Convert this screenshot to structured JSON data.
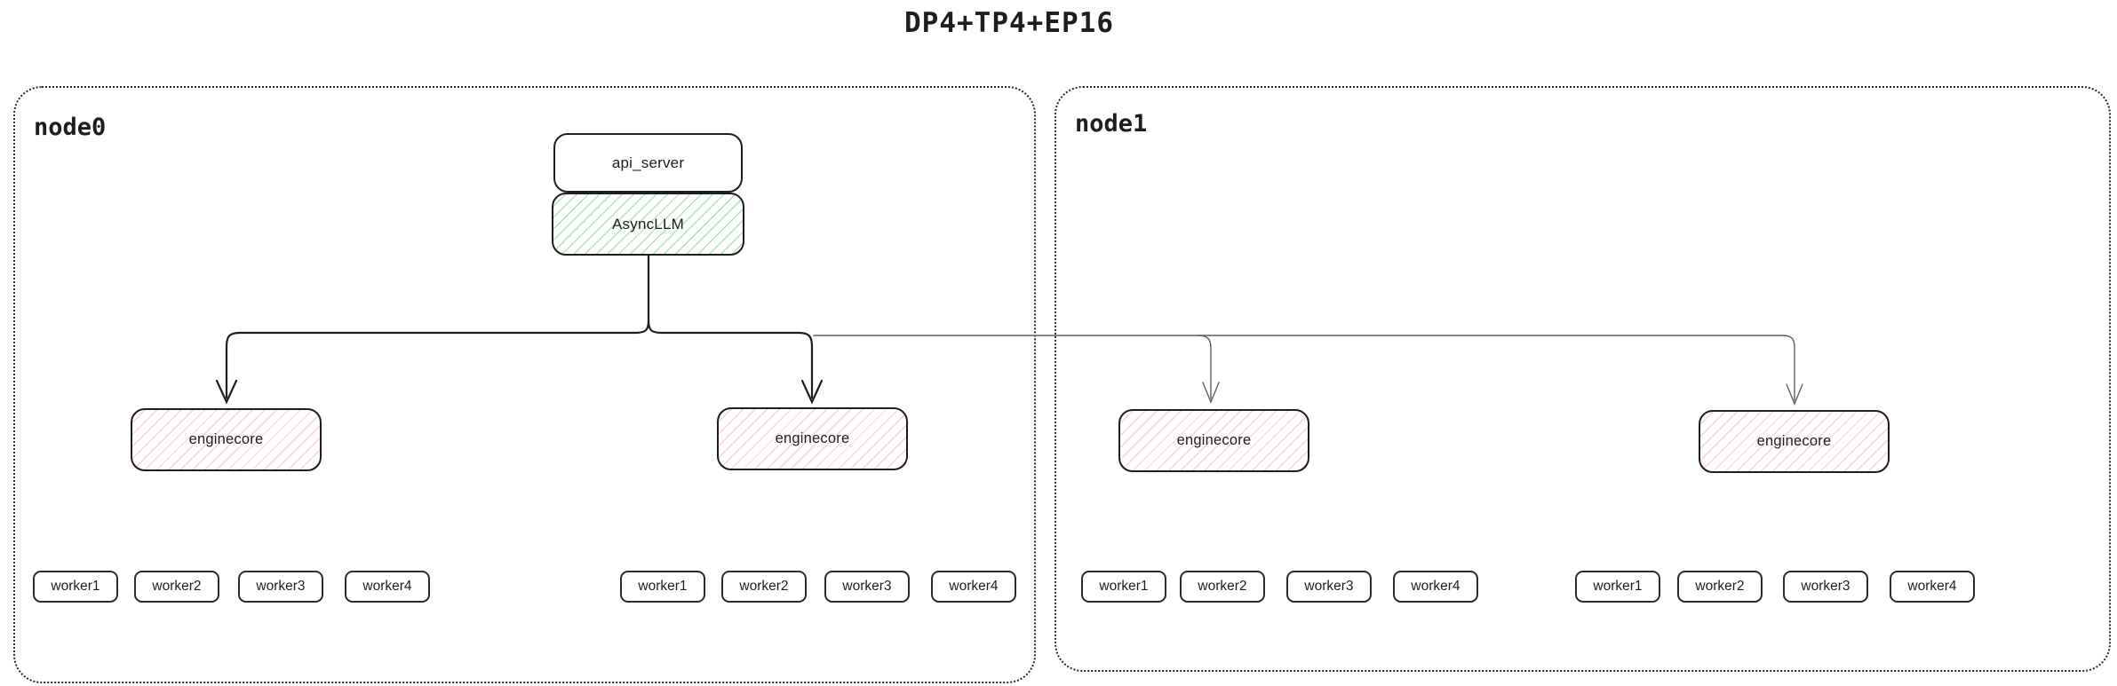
{
  "title": "DP4+TP4+EP16",
  "colors": {
    "background": "#ffffff",
    "ink": "#1e1e1e",
    "thin_line": "#5f5f5f",
    "green_hatch": "#a9e6b9",
    "red_hatch": "#ffd1d1"
  },
  "nodes": [
    {
      "label": "node0",
      "api_server": {
        "label": "api_server"
      },
      "async_llm": {
        "label": "AsyncLLM"
      },
      "enginecores": [
        {
          "label": "enginecore",
          "workers": [
            "worker1",
            "worker2",
            "worker3",
            "worker4"
          ]
        },
        {
          "label": "enginecore",
          "workers": [
            "worker1",
            "worker2",
            "worker3",
            "worker4"
          ]
        }
      ]
    },
    {
      "label": "node1",
      "enginecores": [
        {
          "label": "enginecore",
          "workers": [
            "worker1",
            "worker2",
            "worker3",
            "worker4"
          ]
        },
        {
          "label": "enginecore",
          "workers": [
            "worker1",
            "worker2",
            "worker3",
            "worker4"
          ]
        }
      ]
    }
  ]
}
